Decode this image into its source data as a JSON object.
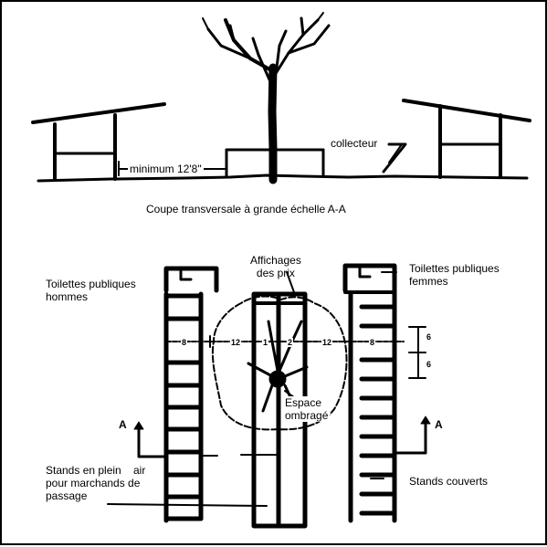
{
  "section": {
    "minimum_label": "minimum 12'8\"",
    "collector_label": "collecteur",
    "caption": "Coupe transversale à grande échelle A-A"
  },
  "plan": {
    "toilets_men": [
      "Toilettes publiques",
      "hommes"
    ],
    "price_display": [
      "Affichages",
      "des prix"
    ],
    "toilets_women": [
      "Toilettes publiques",
      "femmes"
    ],
    "shaded_area": [
      "Espace",
      "ombragé"
    ],
    "open_air_stands": [
      "Stands en plein",
      "air",
      "pour marchands de",
      "passage"
    ],
    "covered_stands": "Stands couverts",
    "section_marker": "A",
    "dims": {
      "left_8": "8",
      "left_12": "12",
      "center_1": "1",
      "center_2": "2",
      "right_12": "12",
      "right_8": "8",
      "upper_6": "6",
      "lower_6": "6"
    }
  },
  "colors": {
    "ink": "#000000",
    "paper": "#ffffff"
  }
}
